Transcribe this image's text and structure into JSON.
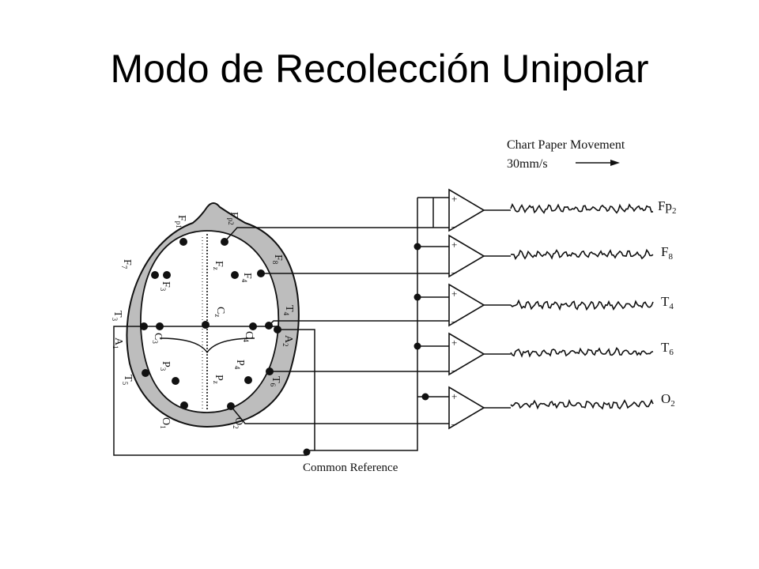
{
  "slide": {
    "title": "Modo de Recolección Unipolar"
  },
  "diagram": {
    "chart_paper": {
      "line1": "Chart Paper Movement",
      "line2": "30mm/s"
    },
    "common_reference": "Common Reference",
    "amplifier_plus": "+",
    "amplifier_minus": "_",
    "channels": [
      {
        "base": "Fp",
        "sub": "2"
      },
      {
        "base": "F",
        "sub": "8"
      },
      {
        "base": "T",
        "sub": "4"
      },
      {
        "base": "T",
        "sub": "6"
      },
      {
        "base": "O",
        "sub": "2"
      }
    ],
    "electrodes": {
      "Fp1": {
        "base": "F",
        "sub": "p1"
      },
      "Fp2": {
        "base": "F",
        "sub": "p2"
      },
      "F7": {
        "base": "F",
        "sub": "7"
      },
      "F3": {
        "base": "F",
        "sub": "3"
      },
      "Fz": {
        "base": "F",
        "sub": "z"
      },
      "F4": {
        "base": "F",
        "sub": "4"
      },
      "F8": {
        "base": "F",
        "sub": "8"
      },
      "T3": {
        "base": "T",
        "sub": "3"
      },
      "C3": {
        "base": "C",
        "sub": "3"
      },
      "Cz": {
        "base": "C",
        "sub": "z"
      },
      "C4": {
        "base": "C",
        "sub": "4"
      },
      "T4": {
        "base": "T",
        "sub": "4"
      },
      "A1": {
        "base": "A",
        "sub": "1"
      },
      "A2": {
        "base": "A",
        "sub": "2"
      },
      "T5": {
        "base": "T",
        "sub": "5"
      },
      "P3": {
        "base": "P",
        "sub": "3"
      },
      "Pz": {
        "base": "P",
        "sub": "z"
      },
      "P4": {
        "base": "P",
        "sub": "4"
      },
      "T6": {
        "base": "T",
        "sub": "6"
      },
      "O1": {
        "base": "O",
        "sub": "1"
      },
      "O2": {
        "base": "O",
        "sub": "2"
      }
    }
  }
}
